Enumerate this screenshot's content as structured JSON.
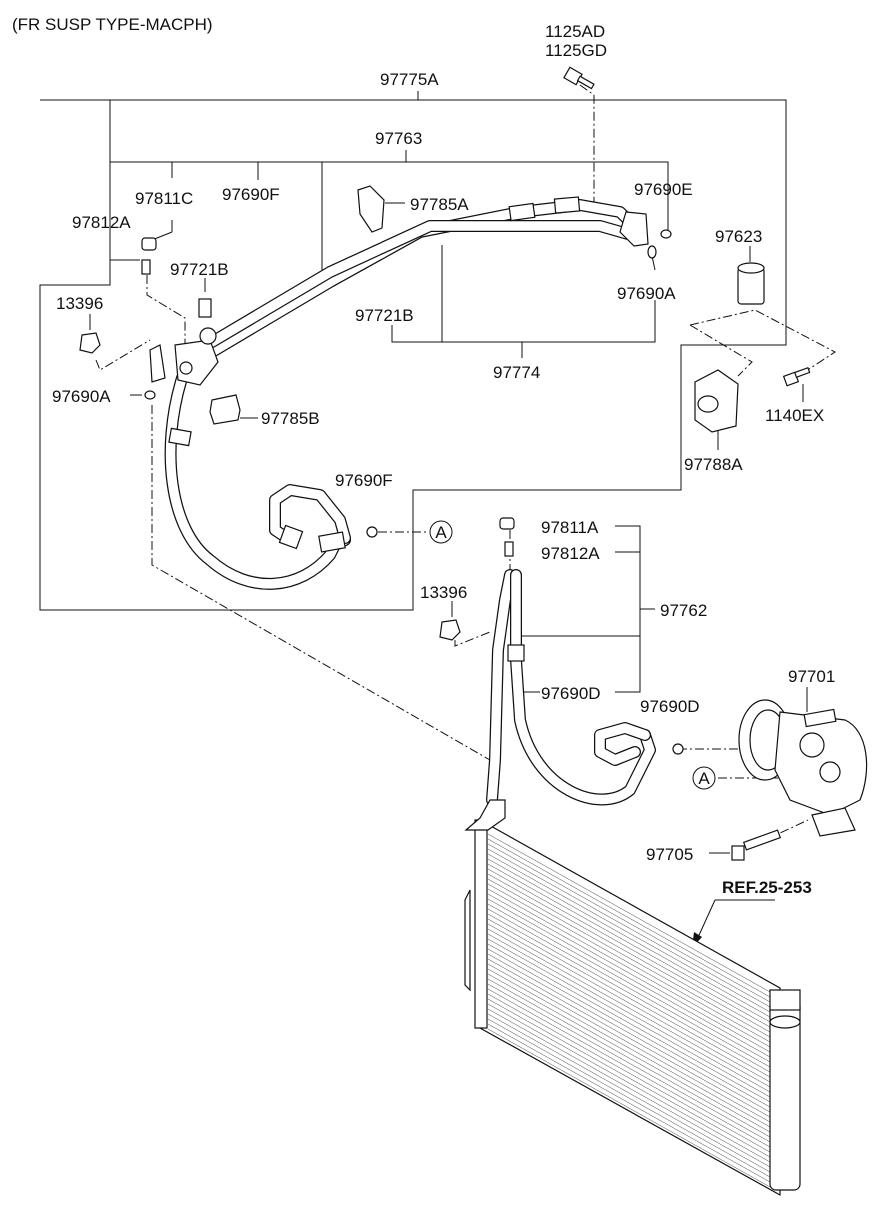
{
  "title": "(FR SUSP TYPE-MACPH)",
  "parts": {
    "p1125AD": "1125AD",
    "p1125GD": "1125GD",
    "p97775A": "97775A",
    "p97763": "97763",
    "p97811C": "97811C",
    "p97690F_top": "97690F",
    "p97812A_left": "97812A",
    "p97785A": "97785A",
    "p97690E": "97690E",
    "p97623": "97623",
    "p97721B_upper": "97721B",
    "p97690A_right": "97690A",
    "p13396_left": "13396",
    "p97721B_lower": "97721B",
    "p97774": "97774",
    "p97690A_left": "97690A",
    "p97785B": "97785B",
    "p1140EX": "1140EX",
    "p97788A": "97788A",
    "p97690F_lower": "97690F",
    "p97811A": "97811A",
    "p97812A_right": "97812A",
    "p13396_right": "13396",
    "p97762": "97762",
    "p97690D_left": "97690D",
    "p97690D_right": "97690D",
    "p97701": "97701",
    "p97705": "97705",
    "ref": "REF.25-253"
  },
  "callouts": {
    "a1": "A",
    "a2": "A"
  }
}
